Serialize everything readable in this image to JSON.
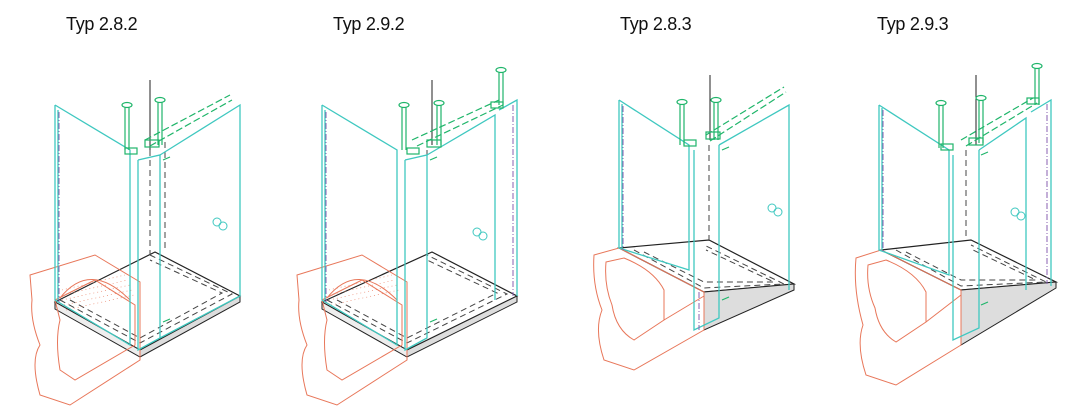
{
  "panels": [
    {
      "title": "Typ 2.8.2"
    },
    {
      "title": "Typ 2.9.2"
    },
    {
      "title": "Typ 2.8.3"
    },
    {
      "title": "Typ 2.9.3"
    }
  ],
  "colors": {
    "glass": "#3fc8c0",
    "hardware": "#1fb56a",
    "bathtub": "#e8775a",
    "dash": "#444444",
    "base": "#222222",
    "seal": "#8a5fb0"
  }
}
